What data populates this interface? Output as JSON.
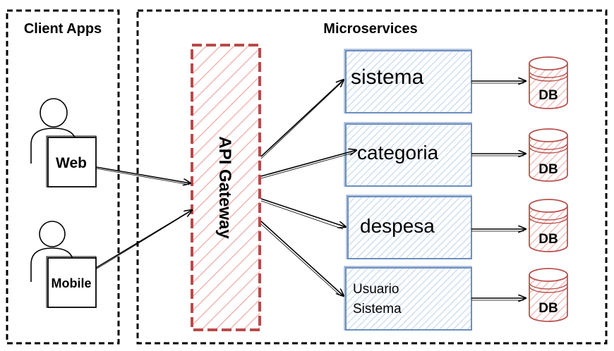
{
  "client_apps": {
    "title": "Client Apps",
    "clients": [
      {
        "label": "Web"
      },
      {
        "label": "Mobile"
      }
    ]
  },
  "microservices": {
    "title": "Microservices",
    "gateway_label": "API Gateway",
    "services": [
      {
        "label": "sistema",
        "db_label": "DB"
      },
      {
        "label": "categoria",
        "db_label": "DB"
      },
      {
        "label": "despesa",
        "db_label": "DB"
      },
      {
        "label_lines": [
          "Usuario",
          "Sistema"
        ],
        "db_label": "DB"
      }
    ]
  },
  "colors": {
    "gateway": "#b94a48",
    "service_border": "#6c8ebf",
    "service_fill": "#dae8fc",
    "db_border": "#b85450",
    "db_fill": "#f8cecc"
  }
}
